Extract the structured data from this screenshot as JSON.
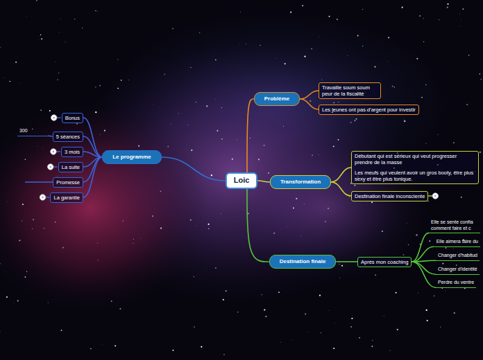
{
  "diagram": {
    "nodes": [
      {
        "text": [
          "Loic"
        ]
      },
      {
        "text": [
          "Le programme"
        ]
      },
      {
        "text": [
          "Bonus"
        ]
      },
      {
        "text": [
          "5 séances"
        ]
      },
      {
        "text": [
          "300"
        ]
      },
      {
        "text": [
          "3 mois"
        ]
      },
      {
        "text": [
          "La suite"
        ]
      },
      {
        "text": [
          "Promesse"
        ]
      },
      {
        "text": [
          "La garantie"
        ]
      },
      {
        "text": [
          "Problème"
        ]
      },
      {
        "text": [
          "Travaille soum soum peur de la fiscalité"
        ]
      },
      {
        "text": [
          "Les jeunes ont pas d'argent pour investir"
        ]
      },
      {
        "text": [
          "Transformation"
        ]
      },
      {
        "text": [
          "Débutant qui est sérieux qui veut progresser prendre de la masse",
          "Les meufs qui veulent avoir un gros booty, être plus sexy et être plus tonique."
        ]
      },
      {
        "text": [
          "Destination finale inconsciente"
        ]
      },
      {
        "text": [
          "Destination finale"
        ]
      },
      {
        "text": [
          "Après mon coaching"
        ]
      },
      {
        "text": [
          "Elle se sente confia comment faire et c"
        ]
      },
      {
        "text": [
          "Elle aimera faire du"
        ]
      },
      {
        "text": [
          "Changer d'habitud"
        ]
      },
      {
        "text": [
          "Changer d'identité"
        ]
      },
      {
        "text": [
          "Perdre du ventre"
        ]
      }
    ],
    "edges": [
      {
        "from": 0,
        "to": 1,
        "arrow": "none"
      },
      {
        "from": 1,
        "to": 2,
        "arrow": "none"
      },
      {
        "from": 1,
        "to": 3,
        "arrow": "none"
      },
      {
        "from": 3,
        "to": 4,
        "arrow": "none"
      },
      {
        "from": 1,
        "to": 5,
        "arrow": "none"
      },
      {
        "from": 1,
        "to": 6,
        "arrow": "none"
      },
      {
        "from": 1,
        "to": 7,
        "arrow": "none"
      },
      {
        "from": 1,
        "to": 8,
        "arrow": "none"
      },
      {
        "from": 0,
        "to": 9,
        "arrow": "none"
      },
      {
        "from": 9,
        "to": 10,
        "arrow": "none"
      },
      {
        "from": 9,
        "to": 11,
        "arrow": "none"
      },
      {
        "from": 0,
        "to": 12,
        "arrow": "none"
      },
      {
        "from": 12,
        "to": 13,
        "arrow": "none"
      },
      {
        "from": 12,
        "to": 14,
        "arrow": "none"
      },
      {
        "from": 0,
        "to": 15,
        "arrow": "none"
      },
      {
        "from": 15,
        "to": 16,
        "arrow": "none"
      },
      {
        "from": 16,
        "to": 17,
        "arrow": "none"
      },
      {
        "from": 16,
        "to": 18,
        "arrow": "none"
      },
      {
        "from": 16,
        "to": 19,
        "arrow": "none"
      },
      {
        "from": 16,
        "to": 20,
        "arrow": "none"
      },
      {
        "from": 16,
        "to": 21,
        "arrow": "none"
      }
    ]
  }
}
